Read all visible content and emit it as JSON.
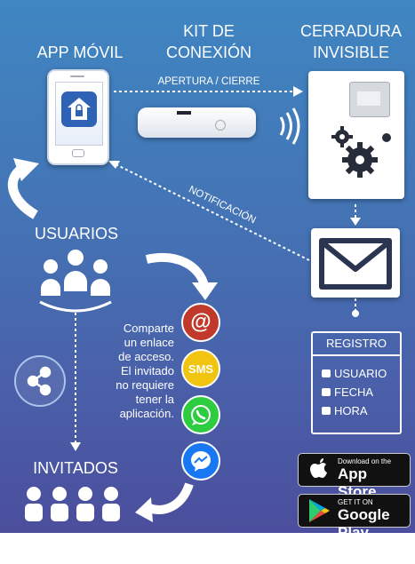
{
  "labels": {
    "app_movil": "APP MÓVIL",
    "kit_line1": "KIT DE",
    "kit_line2": "CONEXIÓN",
    "cerradura_line1": "CERRADURA",
    "cerradura_line2": "INVISIBLE",
    "apertura": "APERTURA / CIERRE",
    "notificacion": "NOTIFICACIÓN",
    "usuarios": "USUARIOS",
    "invitados": "INVITADOS"
  },
  "share_text": [
    "Comparte",
    "un enlace",
    "de acceso.",
    "El invitado",
    "no requiere",
    "tener la",
    "aplicación."
  ],
  "channels": {
    "email_symbol": "@",
    "sms_label": "SMS"
  },
  "registro": {
    "title": "REGISTRO",
    "items": [
      "USUARIO",
      "FECHA",
      "HORA"
    ]
  },
  "stores": {
    "apple_small": "Download on the",
    "apple_big": "App Store",
    "google_small": "GET IT ON",
    "google_big": "Google Play"
  },
  "colors": {
    "email": "#c0392b",
    "sms": "#f1c40f",
    "whatsapp": "#2ecc40",
    "messenger": "#1877f2"
  }
}
